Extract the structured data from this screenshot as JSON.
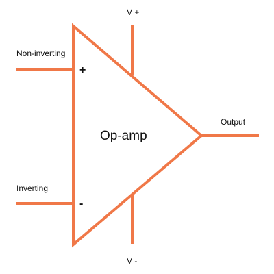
{
  "diagram": {
    "component_label": "Op-amp",
    "inputs": {
      "non_inverting": "Non-inverting",
      "inverting": "Inverting",
      "plus_sign": "+",
      "minus_sign": "-"
    },
    "supply": {
      "positive": "V +",
      "negative": "V -"
    },
    "output": "Output",
    "colors": {
      "line": "#f07848",
      "text": "#111111",
      "background": "#ffffff"
    }
  }
}
